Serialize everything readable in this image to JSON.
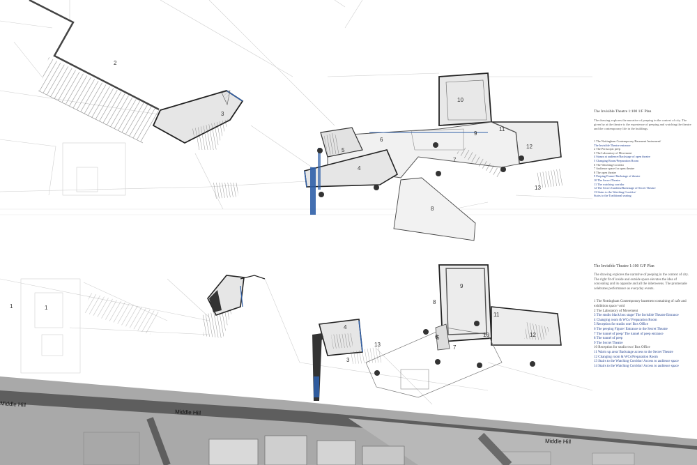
{
  "upper_plan": {
    "title": "The Invisible Theatre 1:100 1/F Plan",
    "description": "The drawing explores the narrative of peeping in the context of city. The given by at the theatre is the experience of peeping and watching the theatre and the contemporary life in the buildings.",
    "legend": [
      {
        "text": "1 The Nottingham Contemporary Basement Instrument/",
        "tone": "dark"
      },
      {
        "text": "The Invisible Theatre entrance",
        "tone": "blue"
      },
      {
        "text": "2 The Periscopic peep",
        "tone": "dark"
      },
      {
        "text": "3 The Laboratory of Movement",
        "tone": "dark"
      },
      {
        "text": "4 Stanza at audience/Backstage of open theatre",
        "tone": "blue"
      },
      {
        "text": "5 Changing Room/Preparation Room",
        "tone": "blue"
      },
      {
        "text": "6 The Watching Corridor",
        "tone": "dark"
      },
      {
        "text": "7 Audience space for open theatre",
        "tone": "dark"
      },
      {
        "text": "8 The open theatre",
        "tone": "dark"
      },
      {
        "text": "9 Peeping Frame/ Backstage of theatre",
        "tone": "blue"
      },
      {
        "text": "10 The Secret Theatre",
        "tone": "blue"
      },
      {
        "text": "11 The watching corridor",
        "tone": "blue"
      },
      {
        "text": "12 The Secret Gardens/Backstage of Secret Theatre",
        "tone": "blue"
      },
      {
        "text": "13 Stairs to the Watching Corridor/",
        "tone": "blue"
      },
      {
        "text": "Stairs to the Traditional seating",
        "tone": "blue"
      }
    ],
    "labels": [
      "2",
      "3",
      "4",
      "5",
      "6",
      "7",
      "8",
      "9",
      "10",
      "11",
      "12",
      "13"
    ]
  },
  "lower_plan": {
    "title": "The Invisible Theatre 1:100 G/F Plan",
    "description": "The drawing explores the narrative of peeping in the context of city. The right fit of inside and outside space elevates the idea of concealing and its opposite and all the inbetweens. The promenade celebrates performance as everyday events.",
    "legend": [
      {
        "text": "1 The Nottingham Contemporary basement containing of cafe and exhibition space/ void",
        "tone": "dark"
      },
      {
        "text": "2 The Laboratory of Movement",
        "tone": "dark"
      },
      {
        "text": "3 The studio black box stage/ The Invisible Theatre Entrance",
        "tone": "blue"
      },
      {
        "text": "4 Changing room & WCs/ Preparation Room",
        "tone": "blue"
      },
      {
        "text": "5 Reception for studio one/ Box Office",
        "tone": "blue"
      },
      {
        "text": "6 The peeping Figure/ Entrance to the Secret Theatre",
        "tone": "blue"
      },
      {
        "text": "7 The tunnel of peep/ The tunnel of peep entrance",
        "tone": "blue"
      },
      {
        "text": "8 The tunnel of peep",
        "tone": "blue"
      },
      {
        "text": "9 The Secret Theatre",
        "tone": "blue"
      },
      {
        "text": "10 Reception for studio two/ Box Office",
        "tone": "dark"
      },
      {
        "text": "11 Warm up area/ Backstage access to the Secret Theatre",
        "tone": "blue"
      },
      {
        "text": "12 Changing room & WCs/Preparation Room",
        "tone": "blue"
      },
      {
        "text": "13 Stairs to the Watching Corridor/ Access to audience space",
        "tone": "blue"
      },
      {
        "text": "14 Stairs to the Watching Corridor/ Access to audience space",
        "tone": "blue"
      }
    ],
    "labels": [
      "1",
      "1",
      "3",
      "4",
      "5",
      "6",
      "7",
      "8",
      "9",
      "10",
      "11",
      "12",
      "13"
    ]
  },
  "map": {
    "street_labels": [
      "Middle Hill",
      "Middle Hill",
      "Middle Hill"
    ]
  },
  "colors": {
    "accent_blue": "#2f5fa8",
    "wall_dark": "#333333",
    "floor_grey": "#e8e8e8",
    "map_grey": "#9a9a9a",
    "road_dark": "#5e5e5e"
  }
}
